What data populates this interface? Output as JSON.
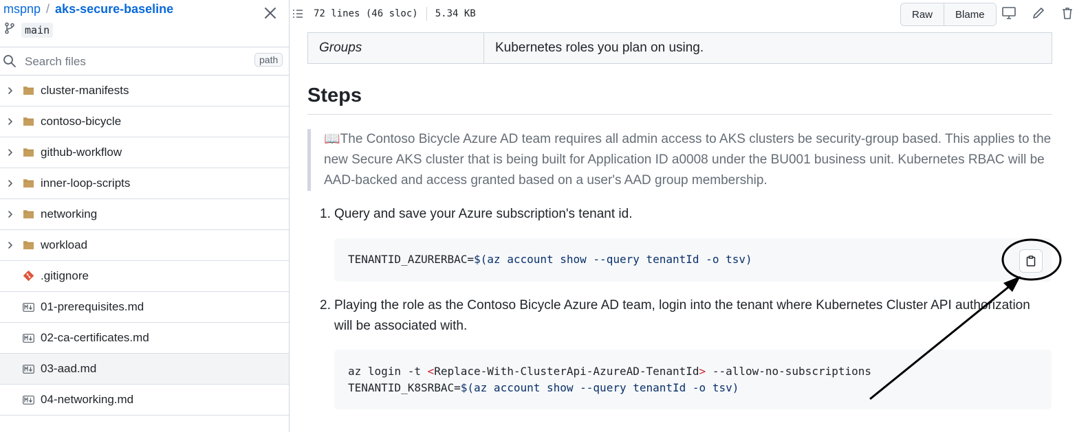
{
  "sidebar": {
    "owner": "mspnp",
    "separator": "/",
    "repo": "aks-secure-baseline",
    "branch": "main",
    "search_placeholder": "Search files",
    "path_badge": "path",
    "items": [
      {
        "label": "cluster-manifests",
        "type": "folder"
      },
      {
        "label": "contoso-bicycle",
        "type": "folder"
      },
      {
        "label": "github-workflow",
        "type": "folder"
      },
      {
        "label": "inner-loop-scripts",
        "type": "folder"
      },
      {
        "label": "networking",
        "type": "folder"
      },
      {
        "label": "workload",
        "type": "folder"
      },
      {
        "label": ".gitignore",
        "type": "git"
      },
      {
        "label": "01-prerequisites.md",
        "type": "markdown"
      },
      {
        "label": "02-ca-certificates.md",
        "type": "markdown"
      },
      {
        "label": "03-aad.md",
        "type": "markdown",
        "active": true
      },
      {
        "label": "04-networking.md",
        "type": "markdown"
      }
    ]
  },
  "header": {
    "lines": "72 lines (46 sloc)",
    "size": "5.34 KB",
    "raw_label": "Raw",
    "blame_label": "Blame",
    "icons": [
      "toc-icon",
      "display-icon",
      "pencil-icon",
      "trash-icon"
    ]
  },
  "content": {
    "table_row": {
      "col1": "Groups",
      "col2": "Kubernetes roles you plan on using."
    },
    "heading": "Steps",
    "quote": "📖The Contoso Bicycle Azure AD team requires all admin access to AKS clusters be security-group based. This applies to the new Secure AKS cluster that is being built for Application ID a0008 under the BU001 business unit. Kubernetes RBAC will be AAD-backed and access granted based on a user's AAD group membership.",
    "steps": [
      {
        "num": "1.",
        "text": "Query and save your Azure subscription's tenant id."
      },
      {
        "num": "2.",
        "text": "Playing the role as the Contoso Bicycle Azure AD team, login into the tenant where Kubernetes Cluster API authorization will be associated with."
      }
    ],
    "code1": {
      "line1": {
        "a": "TENANTID_AZURERBAC=",
        "b": "$(az account show --query tenantId -o tsv)"
      }
    },
    "code2": {
      "line1": {
        "a": "az login -t ",
        "b": "<",
        "c": "Replace-With-ClusterApi-AzureAD-TenantId",
        "d": ">",
        "e": " --allow-no-subscriptions"
      },
      "line2": {
        "a": "TENANTID_K8SRBAC=",
        "b": "$(az account show --query tenantId -o tsv)"
      }
    }
  },
  "colors": {
    "link": "#0969da",
    "border": "#d0d7de",
    "code_bg": "#f6f8fa",
    "annotation": "#000000"
  }
}
